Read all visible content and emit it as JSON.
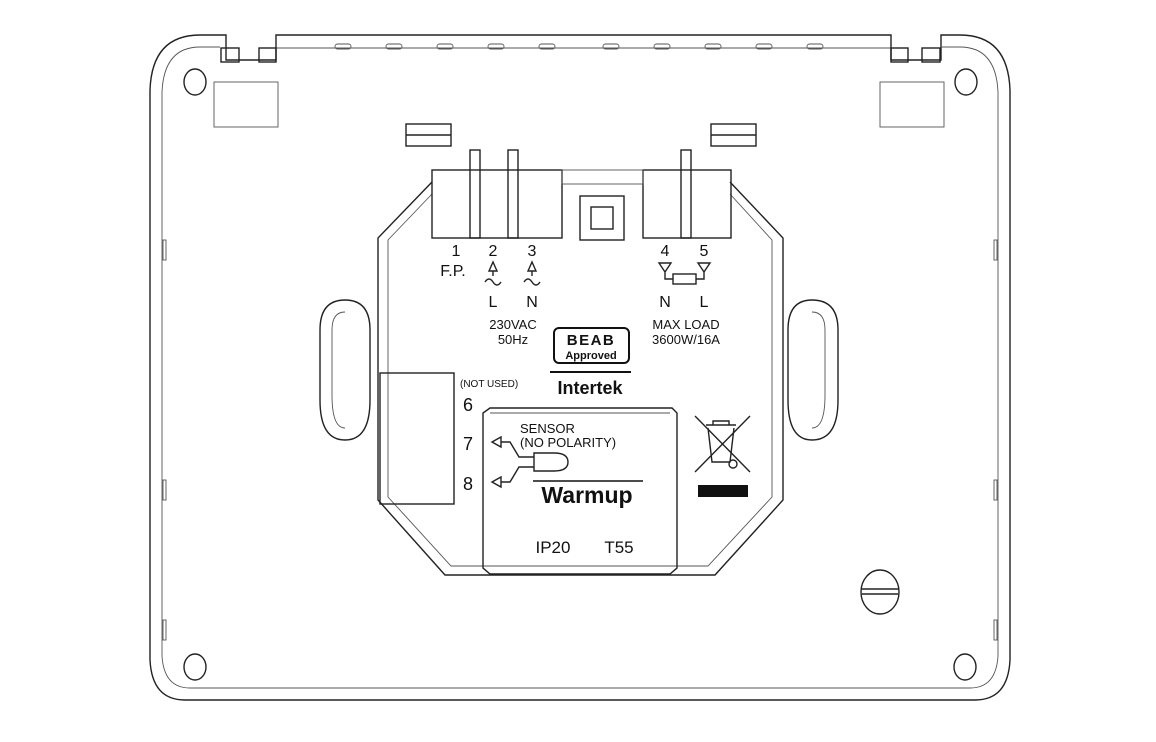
{
  "terminals": {
    "t1": {
      "number": "1",
      "label": "F.P."
    },
    "t2": {
      "number": "2",
      "label": "L"
    },
    "t3": {
      "number": "3",
      "label": "N"
    },
    "t4": {
      "number": "4",
      "label": "N"
    },
    "t5": {
      "number": "5",
      "label": "L"
    },
    "t6": {
      "number": "6",
      "note": "(NOT USED)"
    },
    "t7": {
      "number": "7"
    },
    "t8": {
      "number": "8"
    }
  },
  "supply": {
    "line1": "230VAC",
    "line2": "50Hz"
  },
  "load": {
    "line1": "MAX LOAD",
    "line2": "3600W/16A"
  },
  "beab": {
    "line1": "BEAB",
    "line2": "Approved"
  },
  "intertek": "Intertek",
  "sensor": {
    "line1": "SENSOR",
    "line2": "(NO POLARITY)"
  },
  "brand": "Warmup",
  "ratings": {
    "ip": "IP20",
    "temp": "T55"
  },
  "icons": [
    "weee-crossed-bin-icon",
    "sensor-probe-icon",
    "resistor-load-icon",
    "ac-supply-icon"
  ]
}
